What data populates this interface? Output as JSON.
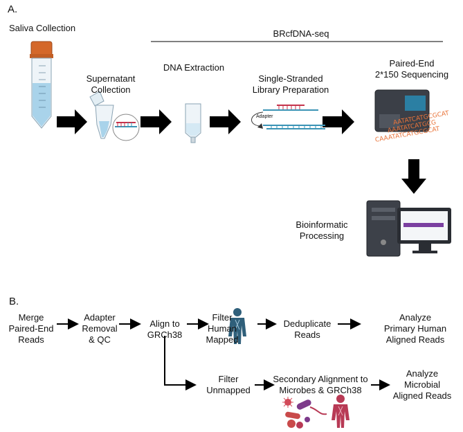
{
  "panel_a": {
    "label": "A.",
    "saliva": "Saliva Collection",
    "supernatant": [
      "Supernatant",
      "Collection"
    ],
    "brcfdna": "BRcfDNA-seq",
    "dna_extraction": "DNA Extraction",
    "library_prep": [
      "Single-Stranded",
      "Library Preparation"
    ],
    "sequencing": [
      "Paired-End",
      "2*150 Sequencing"
    ],
    "adapter": "Adapter",
    "bioinformatic": [
      "Bioinformatic",
      "Processing"
    ],
    "seq_letters": [
      "AATATCATGCGCAT",
      "AAATATCATGCG",
      "CAAATATCATGCGCAT"
    ]
  },
  "panel_b": {
    "label": "B.",
    "merge": [
      "Merge",
      "Paired-End",
      "Reads"
    ],
    "adapter_removal": [
      "Adapter",
      "Removal",
      "& QC"
    ],
    "align": [
      "Align to",
      "GRCh38"
    ],
    "filter_human": [
      "Filter",
      "Human",
      "Mapped"
    ],
    "deduplicate": [
      "Deduplicate",
      "Reads"
    ],
    "analyze_human": [
      "Analyze",
      "Primary Human",
      "Aligned Reads"
    ],
    "filter_unmapped": [
      "Filter",
      "Unmapped"
    ],
    "secondary": [
      "Secondary Alignment to",
      "Microbes & GRCh38"
    ],
    "analyze_microbial": [
      "Analyze",
      "Microbial",
      "Aligned Reads"
    ]
  },
  "colors": {
    "arrow": "#000000",
    "tube_cap": "#d4682a",
    "liquid": "#a9d3ea",
    "human_blue": "#2f5f7a",
    "human_red": "#b83a55",
    "seq_orange": "#e9743a"
  }
}
